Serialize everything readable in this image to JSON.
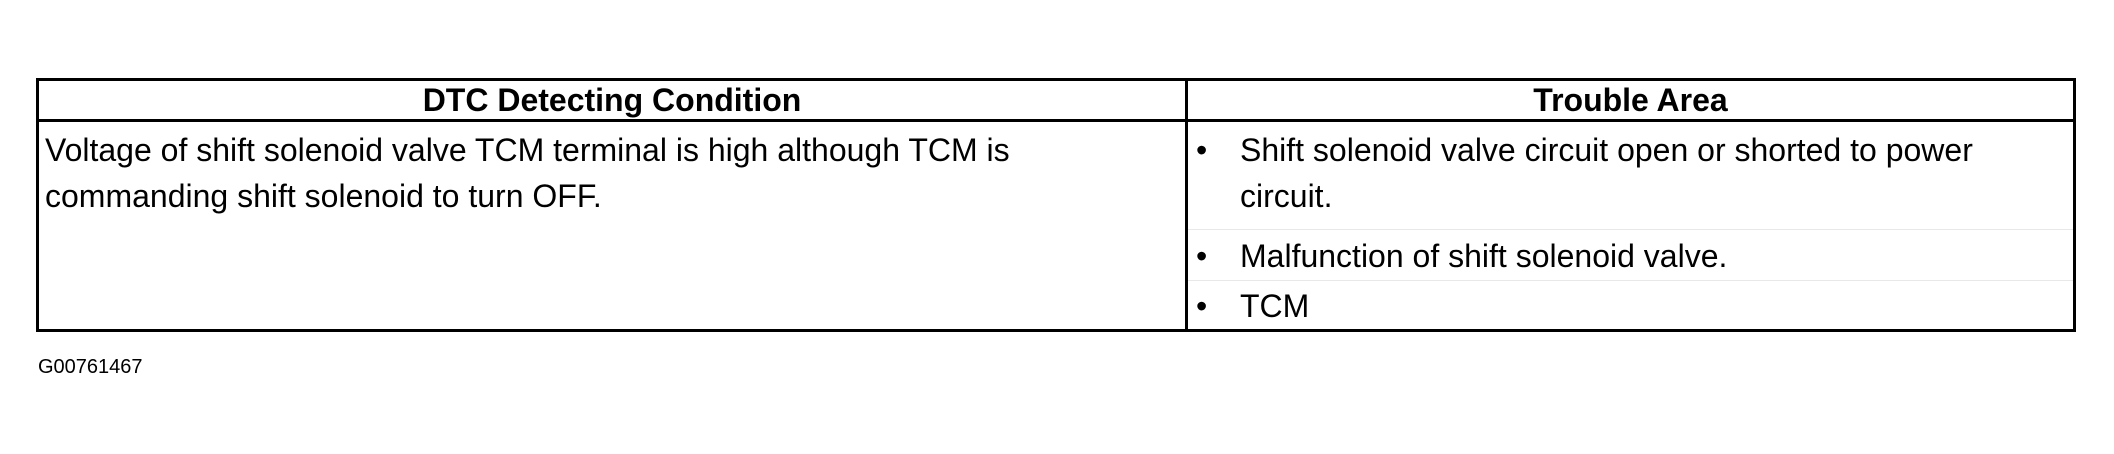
{
  "table": {
    "headers": {
      "condition": "DTC Detecting Condition",
      "trouble_area": "Trouble Area"
    },
    "condition_text": "Voltage of shift solenoid valve TCM terminal is high although TCM is commanding shift solenoid to turn OFF.",
    "bullet_glyph": "•",
    "trouble_items": [
      "Shift solenoid valve circuit open or shorted to power circuit.",
      "Malfunction of shift solenoid valve.",
      "TCM"
    ]
  },
  "figure_id": "G00761467"
}
